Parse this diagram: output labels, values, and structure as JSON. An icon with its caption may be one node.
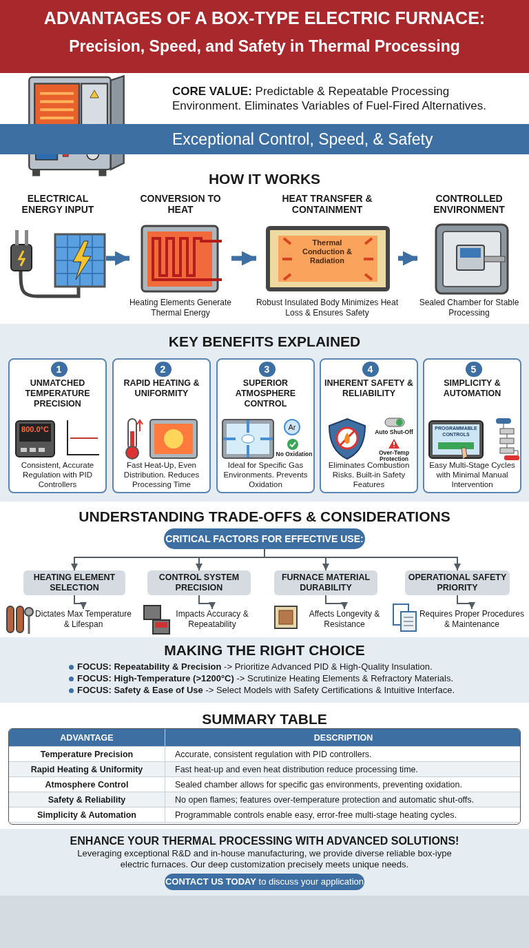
{
  "diagram": {
    "title": "ADVANTAGES OF A BOX-TYPE ELECTRIC FURNACE:",
    "nodes": [
      {
        "text": [
          "Exceptional Control, Speed, & Safety"
        ]
      },
      {
        "text": [
          "ELECTRICAL ENERGY INPUT"
        ]
      },
      {
        "text": [
          "CONVERSION TO HEAT",
          "Heating Elements Generate Thermal Energy"
        ]
      },
      {
        "text": [
          "HEAT TRANSFER & CONTAINMENT",
          "Thermal Conduction & Radiation",
          "Robust Insulated Body Minimizes Heat Loss & Ensures Safety"
        ]
      },
      {
        "text": [
          "CONTROLLED ENVIRONMENT",
          "Sealed Chamber for Stable Processing"
        ]
      },
      {
        "text": [
          "1",
          "UNMATCHED TEMPERATURE PRECISION",
          "800.0°C",
          "Consistent, Accurate Regulation with PID Controllers"
        ]
      },
      {
        "text": [
          "2",
          "RAPID HEATING & UNIFORMITY",
          "Fast Heat-Up, Even Distribution. Reduces Processing Time"
        ]
      },
      {
        "text": [
          "3",
          "SUPERIOR ATMOSPHERE CONTROL",
          "Ar",
          "No Oxidation",
          "Ideal for Specific Gas Environments. Prevents Oxidation"
        ]
      },
      {
        "text": [
          "4",
          "INHERENT SAFETY & RELIABILITY",
          "Auto Shut-Off",
          "Over-Temp Protection",
          "Eliminates Combustion Risks. Built-in Safety Features"
        ]
      },
      {
        "text": [
          "5",
          "SIMPLICITY & AUTOMATION",
          "PROGRAMMABLE CONTROLS",
          "Easy Multi-Stage Cycles with Minimal Manual Intervention"
        ]
      },
      {
        "text": [
          "CRITICAL FACTORS FOR EFFECTIVE USE:"
        ]
      },
      {
        "text": [
          "HEATING ELEMENT SELECTION"
        ]
      },
      {
        "text": [
          "CONTROL SYSTEM PRECISION"
        ]
      },
      {
        "text": [
          "FURNACE MATERIAL DURABILITY"
        ]
      },
      {
        "text": [
          "OPERATIONAL SAFETY PRIORITY"
        ]
      },
      {
        "text": [
          "Dictates Max Temperature & Lifespan"
        ]
      },
      {
        "text": [
          "Impacts Accuracy & Repeatability"
        ]
      },
      {
        "text": [
          "Affects Longevity & Resistance"
        ]
      },
      {
        "text": [
          "Requires Proper Procedures & Maintenance"
        ]
      }
    ],
    "edges": [
      {
        "from": 1,
        "to": 2,
        "arrow": "to",
        "style": "thick",
        "color": "#3d6fa3"
      },
      {
        "from": 2,
        "to": 3,
        "arrow": "to",
        "style": "thick",
        "color": "#3d6fa3"
      },
      {
        "from": 3,
        "to": 4,
        "arrow": "to",
        "style": "thick",
        "color": "#3d6fa3"
      },
      {
        "from": 10,
        "to": 11,
        "arrow": "to"
      },
      {
        "from": 10,
        "to": 12,
        "arrow": "to"
      },
      {
        "from": 10,
        "to": 13,
        "arrow": "to"
      },
      {
        "from": 10,
        "to": 14,
        "arrow": "to"
      },
      {
        "from": 11,
        "to": 15,
        "arrow": "to"
      },
      {
        "from": 12,
        "to": 16,
        "arrow": "to"
      },
      {
        "from": 13,
        "to": 17,
        "arrow": "to"
      },
      {
        "from": 14,
        "to": 18,
        "arrow": "to"
      }
    ],
    "labels": [
      "Precision, Speed, and Safety in Thermal Processing",
      "**CORE VALUE:** Predictable & Repeatable Processing Environment. Eliminates Variables of Fuel-Fired Alternatives.",
      "HOW IT WORKS",
      "KEY BENEFITS EXPLAINED",
      "UNDERSTANDING TRADE-OFFS & CONSIDERATIONS",
      "MAKING THE RIGHT CHOICE",
      "**FOCUS: Repeatability & Precision** -> Prioritize Advanced PID & High-Quality Insulation.",
      "**FOCUS: High-Temperature (>1200°C)** -> Scrutinize Heating Elements & Refractory Materials.",
      "**FOCUS: Safety & Ease of Use** -> Select Models with Safety Certifications & Intuitive Interface.",
      "SUMMARY TABLE",
      "ADVANTAGE",
      "DESCRIPTION",
      "Temperature Precision",
      "Accurate, consistent regulation with PID controllers.",
      "Rapid Heating & Uniformity",
      "Fast heat-up and even heat distribution reduce processing time.",
      "Atmosphere Control",
      "Sealed chamber allows for specific gas environments, preventing oxidation.",
      "Safety & Reliability",
      "No open flames; features over-temperature protection and automatic shut-offs.",
      "Simplicity & Automation",
      "Programmable controls enable easy, error-free multi-stage heating cycles.",
      "ENHANCE YOUR THERMAL PROCESSING WITH ADVANCED SOLUTIONS!",
      "Leveraging exceptional R&D and in-house manufacturing, we provide diverse reliable box-iype electric furnaces. Our deep customization precisely meets unique needs.",
      "**CONTACT US TODAY** to discuss your application"
    ]
  }
}
